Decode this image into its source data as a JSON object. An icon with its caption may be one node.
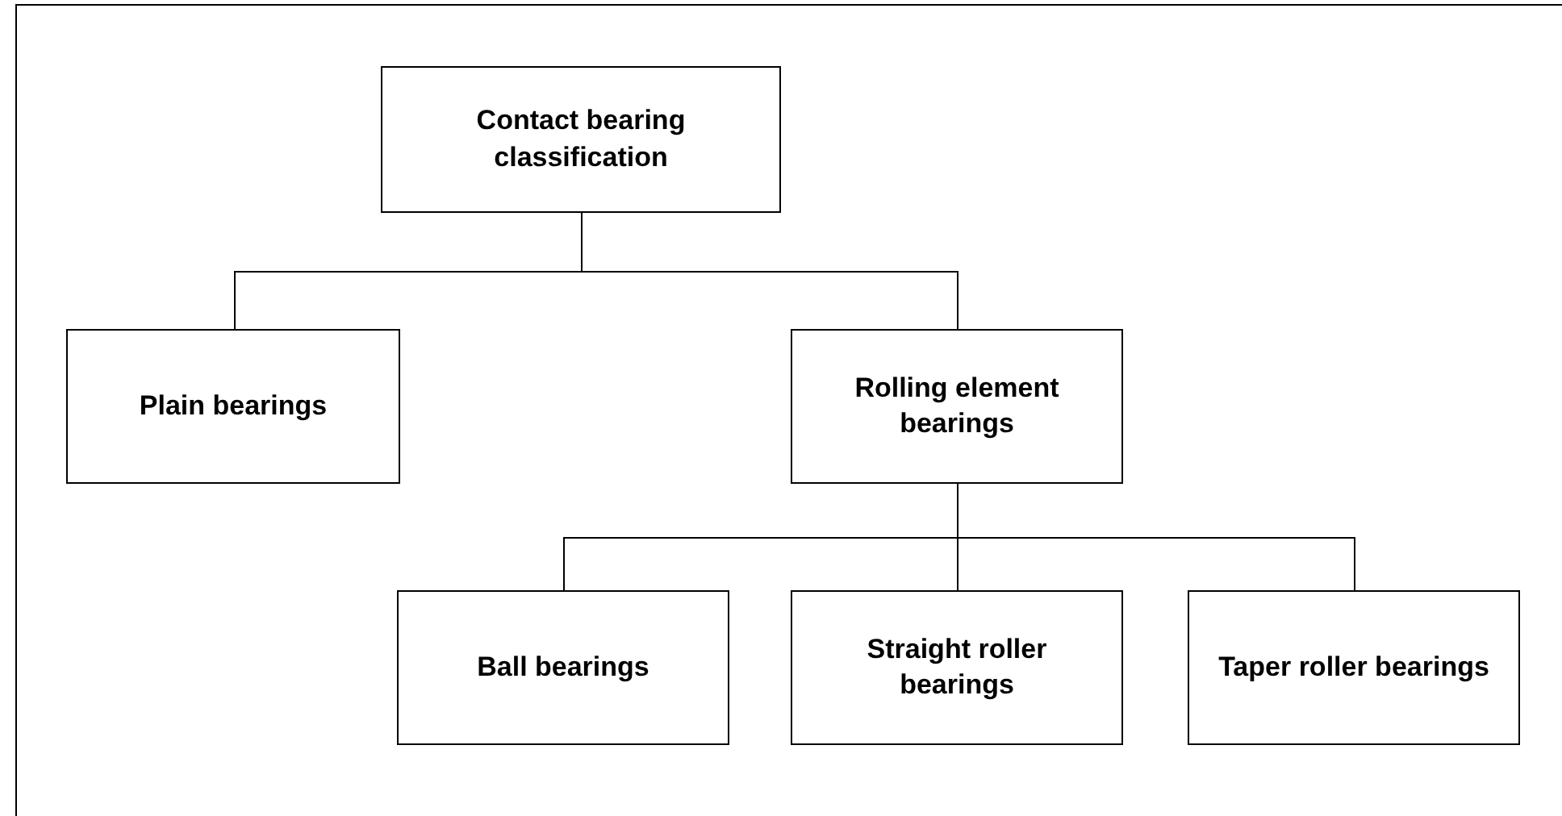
{
  "diagram": {
    "nodes": [
      {
        "text": [
          "Contact bearing classification"
        ]
      },
      {
        "text": [
          "Plain bearings"
        ]
      },
      {
        "text": [
          "Rolling element bearings"
        ]
      },
      {
        "text": [
          "Ball bearings"
        ]
      },
      {
        "text": [
          "Straight roller bearings"
        ]
      },
      {
        "text": [
          "Taper roller bearings"
        ]
      }
    ],
    "edges": [
      {
        "from": 0,
        "to": 1,
        "arrow": "none"
      },
      {
        "from": 0,
        "to": 2,
        "arrow": "none"
      },
      {
        "from": 2,
        "to": 3,
        "arrow": "none"
      },
      {
        "from": 2,
        "to": 4,
        "arrow": "none"
      },
      {
        "from": 2,
        "to": 5,
        "arrow": "none"
      }
    ]
  }
}
